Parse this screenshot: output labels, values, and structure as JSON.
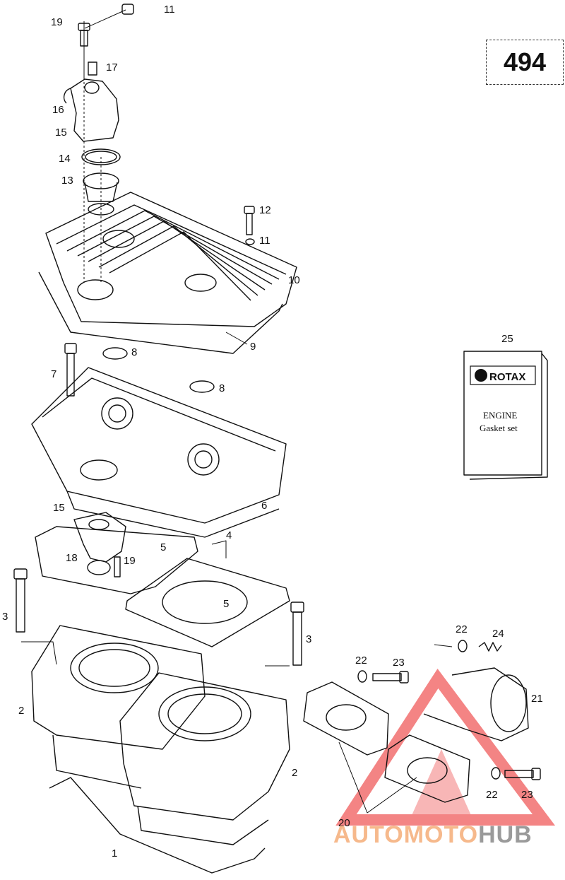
{
  "page_number": "494",
  "manual": {
    "brand": "ROTAX",
    "line1": "ENGINE",
    "line2": "Gasket set"
  },
  "watermark": {
    "part1": "AUTOMOTO",
    "part2": "HUB",
    "colors": {
      "accent": "#f26f6f",
      "light": "#f6b98c",
      "gray": "#9a9a9a"
    }
  },
  "callouts": [
    "11",
    "19",
    "17",
    "16",
    "15",
    "14",
    "13",
    "12",
    "11",
    "10",
    "9",
    "8",
    "7",
    "8",
    "25",
    "6",
    "15",
    "5",
    "4",
    "18",
    "19",
    "3",
    "5",
    "3",
    "22",
    "24",
    "22",
    "23",
    "2",
    "21",
    "2",
    "22",
    "23",
    "20",
    "1"
  ]
}
